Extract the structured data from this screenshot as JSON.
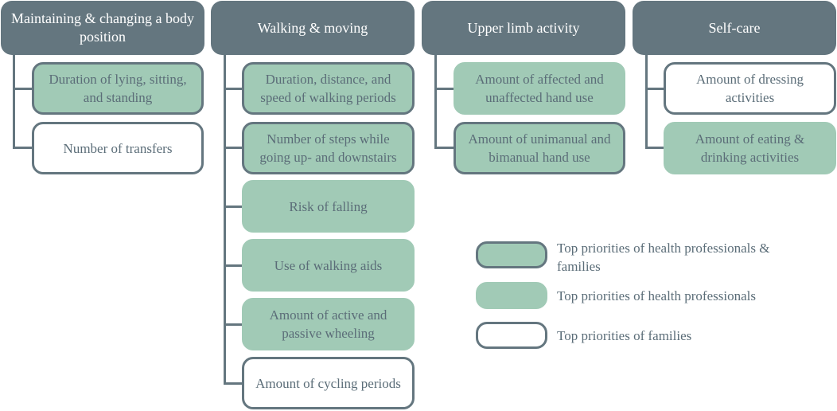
{
  "legend": {
    "both": "Top priorities of health professionals & families",
    "professionals": "Top priorities of health professionals",
    "families": "Top priorities of families"
  },
  "categories": [
    {
      "title": "Maintaining & changing a body position",
      "items": [
        {
          "label": "Duration of lying, sitting, and standing",
          "priority": "both"
        },
        {
          "label": "Number of transfers",
          "priority": "families"
        }
      ]
    },
    {
      "title": "Walking & moving",
      "items": [
        {
          "label": "Duration, distance, and speed of walking periods",
          "priority": "both"
        },
        {
          "label": "Number of steps while going up- and downstairs",
          "priority": "both"
        },
        {
          "label": "Risk of falling",
          "priority": "professionals"
        },
        {
          "label": "Use of walking aids",
          "priority": "professionals"
        },
        {
          "label": "Amount of active and passive wheeling",
          "priority": "professionals"
        },
        {
          "label": "Amount of cycling periods",
          "priority": "families"
        }
      ]
    },
    {
      "title": "Upper limb activity",
      "items": [
        {
          "label": "Amount of affected and unaffected hand use",
          "priority": "professionals"
        },
        {
          "label": "Amount of unimanual and bimanual hand use",
          "priority": "both"
        }
      ]
    },
    {
      "title": "Self-care",
      "items": [
        {
          "label": "Amount of dressing activities",
          "priority": "families"
        },
        {
          "label": "Amount of eating & drinking activities",
          "priority": "professionals"
        }
      ]
    }
  ],
  "colors": {
    "header": "#64767f",
    "fill": "#a1cab6",
    "outline": "#64767f"
  }
}
